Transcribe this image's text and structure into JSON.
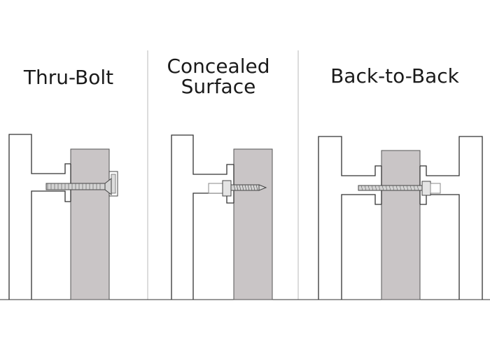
{
  "panels": [
    {
      "title": "Thru-Bolt"
    },
    {
      "title": "Concealed\nSurface"
    },
    {
      "title": "Back-to-Back"
    }
  ],
  "colors": {
    "line": "#333333",
    "divider": "#d0d0d0",
    "glass": "#c9c5c6",
    "bolt_fill": "#d4d4d4"
  }
}
